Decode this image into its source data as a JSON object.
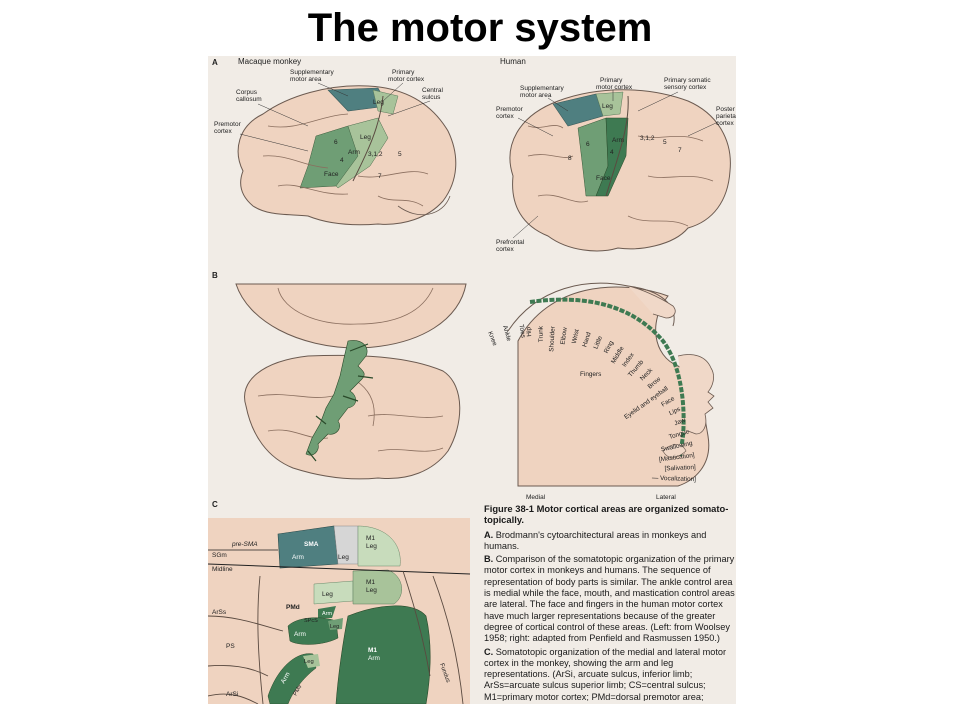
{
  "slide": {
    "title": "The motor system"
  },
  "panel_a": {
    "letter": "A",
    "monkey": {
      "heading": "Macaque monkey",
      "labels": {
        "corpus_callosum_1": "Corpus",
        "corpus_callosum_2": "callosum",
        "sma_1": "Supplementary",
        "sma_2": "motor area",
        "primary_1": "Primary",
        "primary_2": "motor cortex",
        "central_1": "Central",
        "central_2": "sulcus",
        "premotor_1": "Premotor",
        "premotor_2": "cortex",
        "leg_top": "Leg",
        "area6": "6",
        "leg": "Leg",
        "arm": "Arm",
        "area4": "4",
        "area312": "3,1,2",
        "area5": "5",
        "face": "Face",
        "area7": "7"
      }
    },
    "human": {
      "heading": "Human",
      "labels": {
        "sma_1": "Supplementary",
        "sma_2": "motor area",
        "primary_1": "Primary",
        "primary_2": "motor cortex",
        "somatic_1": "Primary somatic",
        "somatic_2": "sensory cortex",
        "premotor_1": "Premotor",
        "premotor_2": "cortex",
        "posterior_1": "Poster",
        "posterior_2": "parieta",
        "posterior_3": "cortex",
        "leg": "Leg",
        "area6": "6",
        "arm": "Arm",
        "area4": "4",
        "area312": "3,1,2",
        "area5": "5",
        "area7": "7",
        "area8": "8",
        "face": "Face",
        "prefrontal_1": "Prefrontal",
        "prefrontal_2": "cortex"
      }
    }
  },
  "panel_b": {
    "letter": "B",
    "homunculus_labels": [
      "Hip",
      "Trunk",
      "Shoulder",
      "Elbow",
      "Wrist",
      "Hand",
      "Little",
      "Ring",
      "Middle",
      "Index",
      "Thumb",
      "Neck",
      "Brow",
      "Eyelid and eyeball",
      "Face",
      "Lips",
      "Jaw",
      "Tongue",
      "Swallowing",
      "[Mastication]",
      "[Salivation]",
      "— Vocalization]"
    ],
    "leg_labels": [
      "Knee",
      "Ankle",
      "Toes"
    ],
    "fingers_label": "Fingers",
    "medial": "Medial",
    "lateral": "Lateral"
  },
  "panel_c": {
    "letter": "C",
    "labels": {
      "sgm": "SGm",
      "pre_sma": "pre-SMA",
      "midline": "Midline",
      "sma": "SMA",
      "sma_arm": "Arm",
      "sma_leg": "Leg",
      "m1_top": "M1",
      "m1_top_leg": "Leg",
      "leg_mid": "Leg",
      "m1_mid": "M1",
      "m1_mid_leg": "Leg",
      "pmd": "PMd",
      "arsa": "ArSs",
      "arm_small": "Arm",
      "spcs": "SPcS",
      "leg_small": "Leg",
      "arm_pmd": "Arm",
      "ps": "PS",
      "m1_big": "M1",
      "m1_big_arm": "Arm",
      "pmv_leg": "Leg",
      "arm_pmv": "Arm",
      "pmv": "PMv",
      "arsi": "ArSi",
      "fundus": "Fundus"
    }
  },
  "caption": {
    "heading_key": "Figure 38-1",
    "heading_text": " Motor cortical areas are organized somato-topically.",
    "a_key": "A.",
    "a_text": " Brodmann's cytoarchitectural areas in monkeys and humans.",
    "b_key": "B.",
    "b_text": " Comparison of the somatotopic organization of the primary motor cortex in monkeys and humans. The sequence of representation of body parts is similar. The ankle control area is medial while the face, mouth, and mastication control areas are lateral. The face and fingers in the human motor cortex have much larger representations because of the greater degree of cortical control of these areas. (Left: from Woolsey 1958; right: adapted from Penfield and Rasmussen 1950.)",
    "c_key": "C.",
    "c_text": " Somatotopic organization of the medial and lateral motor cortex in the monkey, showing the arm and leg representations. (ArSi, arcuate sulcus, inferior limb; ArSs=arcuate sulcus superior limb; CS=central sulcus; M1=primary motor cortex; PMd=dorsal premotor area; PMv=ventral premotor area; PS=precentral sulcus; SGm=superior frontal gyrus, medial wall; SMA=supplementary"
  },
  "colors": {
    "page": "#f1ece6",
    "brain": "#efd3c0",
    "green_light": "#a8c39a",
    "green_mid": "#6f9e75",
    "green_dark": "#3e7a52",
    "blue_green": "#4f7f80"
  }
}
